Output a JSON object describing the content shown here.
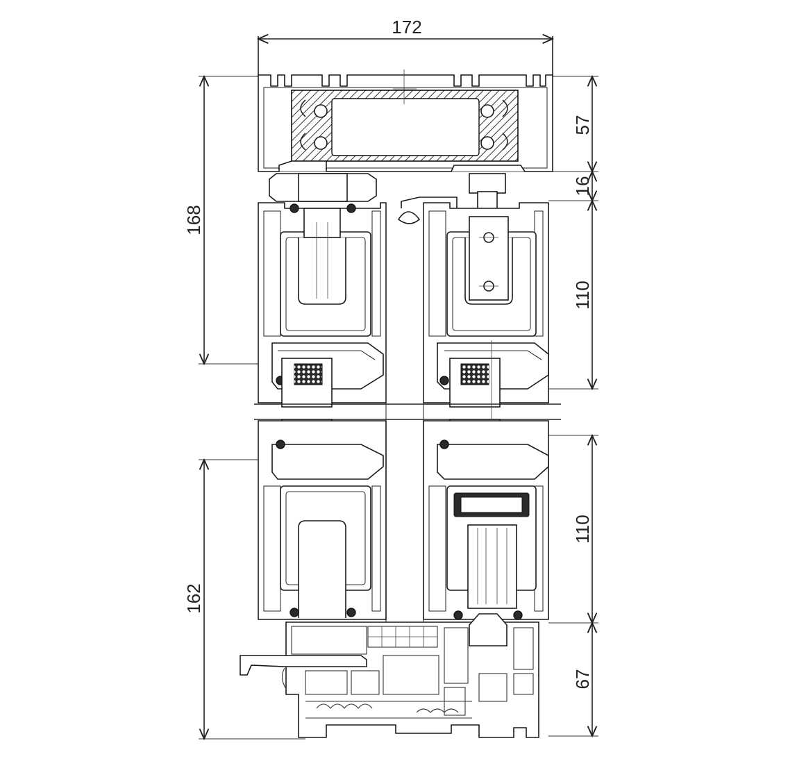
{
  "drawing": {
    "dimensions": {
      "overall_width": "172",
      "top_head": "57",
      "head_gap": "16",
      "upper_sash": "110",
      "lower_sash": "110",
      "sill": "67",
      "left_upper": "168",
      "left_lower": "162"
    },
    "colors": {
      "line": "#222222",
      "hatch": "#333333",
      "glass_fill": "#2a2a2a",
      "background": "#ffffff"
    }
  }
}
